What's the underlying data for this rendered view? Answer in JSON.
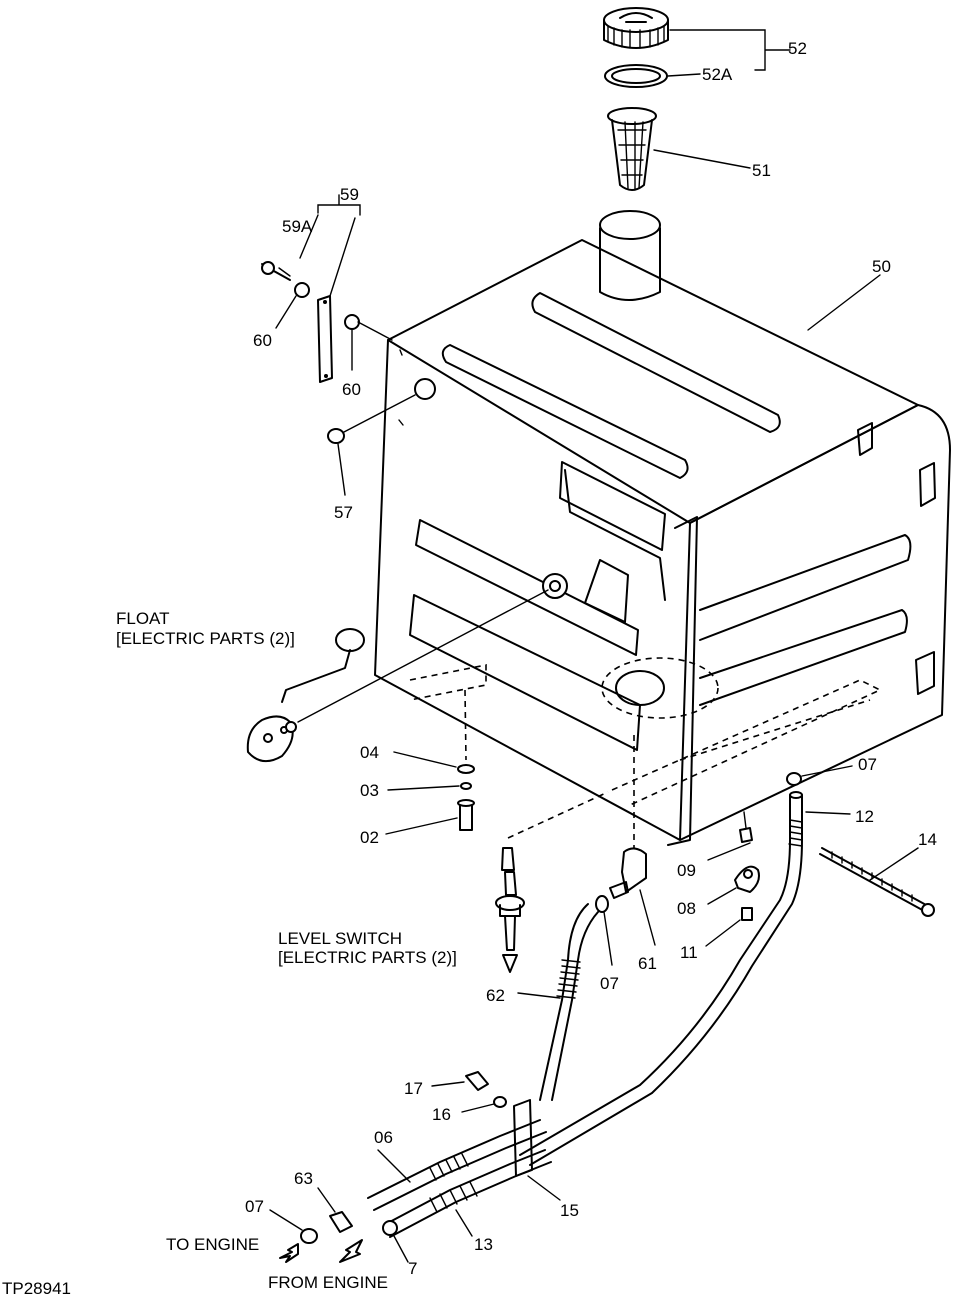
{
  "figure_id": "TP28941",
  "callouts": {
    "p52": "52",
    "p52a": "52A",
    "p51": "51",
    "p50": "50",
    "p59": "59",
    "p59a": "59A",
    "p60a": "60",
    "p60b": "60",
    "p57": "57",
    "p04": "04",
    "p03": "03",
    "p02": "02",
    "p07a": "07",
    "p12": "12",
    "p14": "14",
    "p09": "09",
    "p08": "08",
    "p11": "11",
    "p61": "61",
    "p07b": "07",
    "p62": "62",
    "p17": "17",
    "p16": "16",
    "p06": "06",
    "p63": "63",
    "p07c": "07",
    "p15": "15",
    "p13": "13",
    "p7": "7"
  },
  "notes": {
    "float_title": "FLOAT",
    "float_ref": "[ELECTRIC PARTS (2)]",
    "level_title": "LEVEL SWITCH",
    "level_ref": "[ELECTRIC PARTS (2)]",
    "to_engine": "TO ENGINE",
    "from_engine": "FROM ENGINE"
  }
}
